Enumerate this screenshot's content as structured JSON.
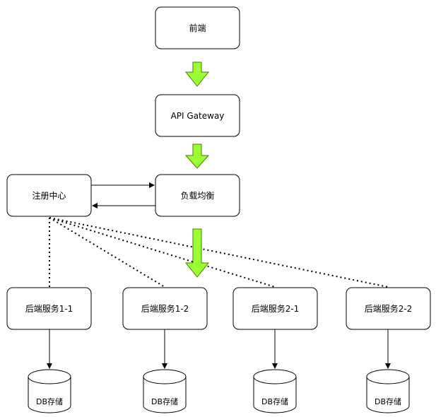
{
  "colors": {
    "arrow_fill": "#99ff33",
    "arrow_stroke": "#4d7a00",
    "line": "#000000",
    "box_border": "#000000",
    "background": "#ffffff"
  },
  "nodes": {
    "frontend": "前端",
    "gateway": "API Gateway",
    "load_balancer": "负载均衡",
    "registry": "注册中心",
    "services": [
      "后端服务1-1",
      "后端服务1-2",
      "后端服务2-1",
      "后端服务2-2"
    ],
    "databases": [
      "DB存储",
      "DB存储",
      "DB存储",
      "DB存储"
    ]
  }
}
